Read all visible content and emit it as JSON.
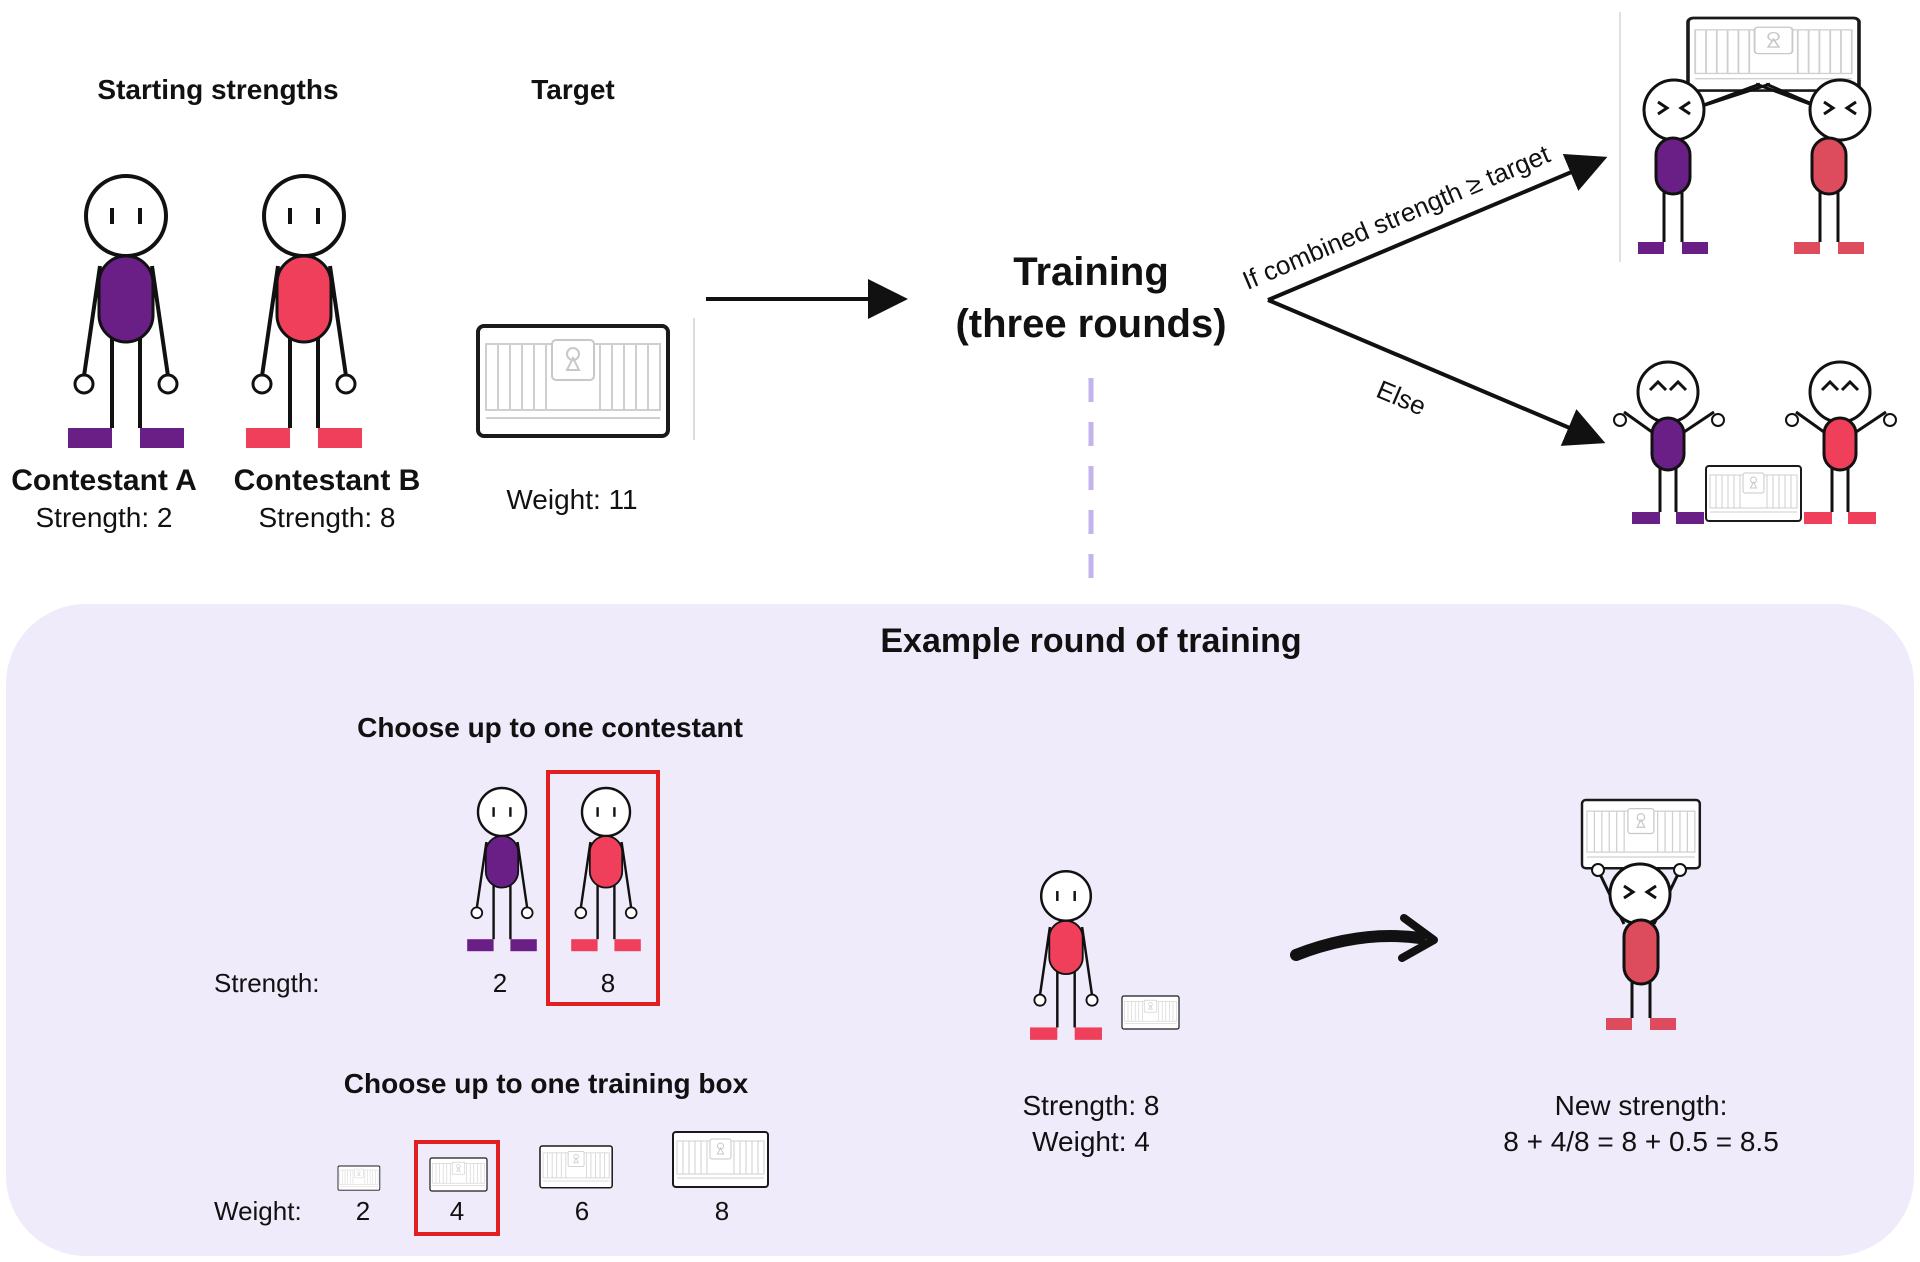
{
  "colors": {
    "purple": "#6a1f86",
    "red": "#ef3f5a",
    "red_dark": "#dd4c5c",
    "panel": "#efebfa",
    "dash": "#c3b3ee",
    "highlight": "#e02020"
  },
  "top": {
    "starting_strengths_heading": "Starting strengths",
    "target_heading": "Target",
    "contestant_a": {
      "name": "Contestant A",
      "strength_text": "Strength: 2"
    },
    "contestant_b": {
      "name": "Contestant B",
      "strength_text": "Strength: 8"
    },
    "target_weight_text": "Weight: 11",
    "training_line1": "Training",
    "training_line2": "(three rounds)",
    "branch_success": "If combined strength ≥ target",
    "branch_else": "Else"
  },
  "example": {
    "title": "Example round of training",
    "choose_contestant_heading": "Choose up to one contestant",
    "strength_label": "Strength:",
    "contestant_values": [
      "2",
      "8"
    ],
    "selected_contestant": "8",
    "choose_box_heading": "Choose up to one training box",
    "weight_label": "Weight:",
    "box_weights": [
      "2",
      "4",
      "6",
      "8"
    ],
    "selected_box": "4",
    "middle_strength_text": "Strength: 8",
    "middle_weight_text": "Weight: 4",
    "new_strength_label": "New strength:",
    "new_strength_formula": "8 + 4/8 = 8 + 0.5 = 8.5"
  },
  "icons": [
    "stick-figure-icon",
    "training-box-icon",
    "arrow-icon"
  ]
}
